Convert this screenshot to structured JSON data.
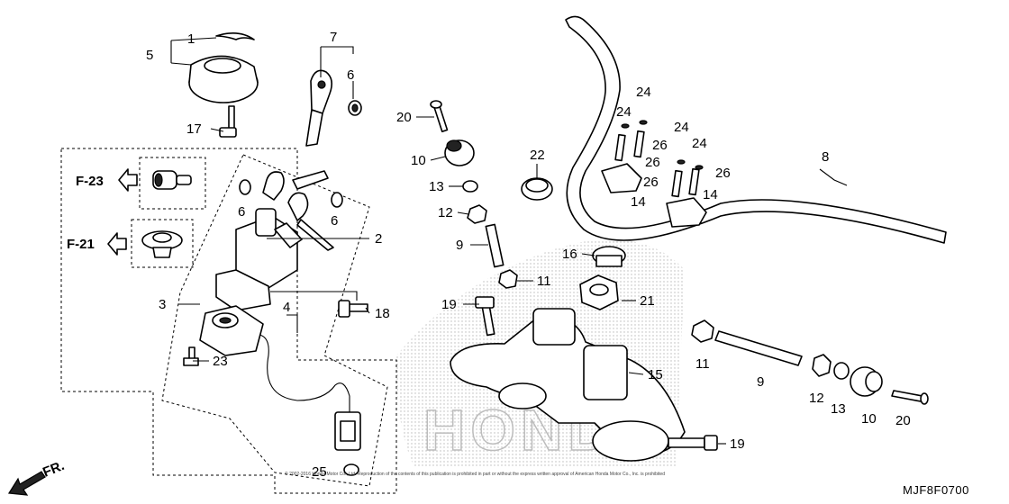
{
  "diagram_code": "MJF8F0700",
  "copyright": "© 2002-2016 Honda Motor Co., Ltd. Reproduction of the contents of this publication is prohibited in part or without the express written approval of American Honda Motor Co., Inc. is prohibited",
  "watermark": "HONDA",
  "direction_label": "FR.",
  "references": [
    "F-23",
    "F-21"
  ],
  "callouts": {
    "c1": "1",
    "c2": "2",
    "c3": "3",
    "c4": "4",
    "c5": "5",
    "c6a": "6",
    "c6b": "6",
    "c6c": "6",
    "c7": "7",
    "c8": "8",
    "c9a": "9",
    "c9b": "9",
    "c10a": "10",
    "c10b": "10",
    "c11a": "11",
    "c11b": "11",
    "c12a": "12",
    "c12b": "12",
    "c13a": "13",
    "c13b": "13",
    "c14a": "14",
    "c14b": "14",
    "c15": "15",
    "c16": "16",
    "c17": "17",
    "c18": "18",
    "c19a": "19",
    "c19b": "19",
    "c20a": "20",
    "c20b": "20",
    "c21": "21",
    "c22": "22",
    "c23": "23",
    "c24a": "24",
    "c24b": "24",
    "c24c": "24",
    "c24d": "24",
    "c25": "25",
    "c26a": "26",
    "c26b": "26",
    "c26c": "26",
    "c26d": "26"
  }
}
